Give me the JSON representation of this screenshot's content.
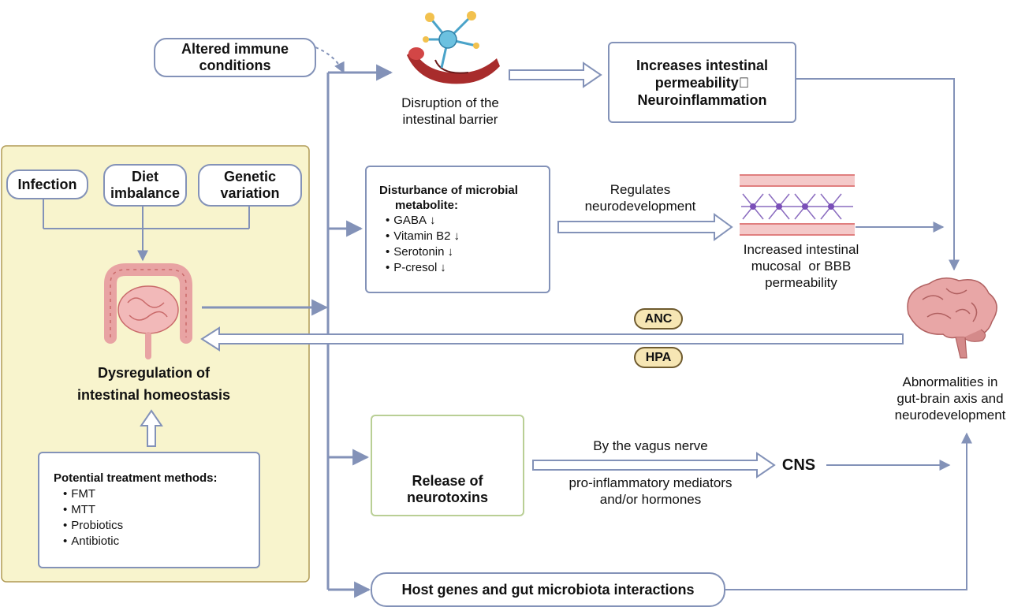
{
  "colors": {
    "line": "#8392b8",
    "panel_bg": "#f8f4cd",
    "panel_border": "#b09a55",
    "neurotoxin_border": "#b9cf95",
    "badge_bg": "#f6e6b4"
  },
  "immune": {
    "label": "Altered immune conditions"
  },
  "barrier": {
    "label": "Disruption of the intestinal barrier"
  },
  "permeability_box": {
    "line1": "Increases intestinal",
    "line2": "permeability\u0000",
    "line3": "Neuroinflammation"
  },
  "causes": [
    {
      "label": "Infection"
    },
    {
      "label": "Diet imbalance"
    },
    {
      "label": "Genetic variation"
    }
  ],
  "dysregulation": {
    "line1": "Dysregulation of",
    "line2": "intestinal homeostasis"
  },
  "treatment": {
    "title": "Potential treatment methods:",
    "items": [
      "FMT",
      "MTT",
      "Probiotics",
      "Antibiotic"
    ]
  },
  "metabolite": {
    "title_line1": "Disturbance of microbial",
    "title_line2": "metabolite:",
    "items": [
      "GABA",
      "Vitamin B2",
      "Serotonin",
      "P-cresol"
    ]
  },
  "regulates": {
    "line1": "Regulates",
    "line2": "neurodevelopment"
  },
  "mucosal": {
    "line1": "Increased intestinal",
    "line2": "mucosal  or BBB",
    "line3": "permeability"
  },
  "anc": "ANC",
  "hpa": "HPA",
  "abnormalities": {
    "line1": "Abnormalities in",
    "line2": "gut-brain axis and",
    "line3": "neurodevelopment"
  },
  "neurotoxins": {
    "line1": "Release of",
    "line2": "neurotoxins"
  },
  "vagus": "By the vagus nerve",
  "mediators": {
    "line1": "pro-inflammatory mediators",
    "line2": "and/or hormones"
  },
  "cns": "CNS",
  "host": "Host genes and gut microbiota interactions",
  "icons": [
    "barrier-neuron-icon",
    "membrane-neuron-icon",
    "intestine-icon",
    "bacterium-icon",
    "brain-icon",
    "down-arrow-icon"
  ]
}
